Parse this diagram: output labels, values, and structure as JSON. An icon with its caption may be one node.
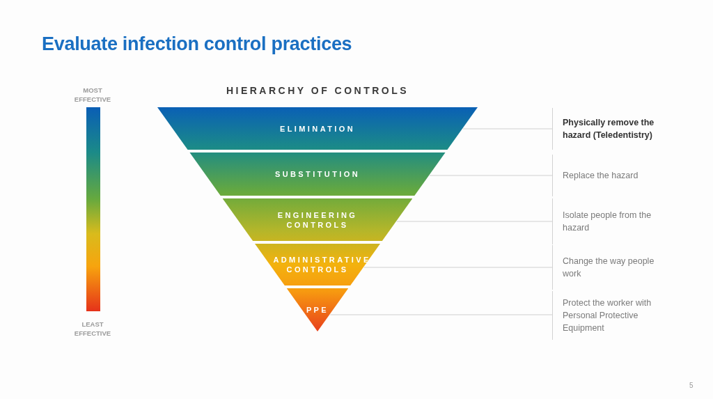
{
  "diagram": {
    "title": "Evaluate infection control practices",
    "nodes": [
      {
        "text": [
          "ELIMINATION"
        ]
      },
      {
        "text": [
          "SUBSTITUTION"
        ]
      },
      {
        "text": [
          "ENGINEERING CONTROLS"
        ]
      },
      {
        "text": [
          "ADMINISTRATIVE CONTROLS"
        ]
      },
      {
        "text": [
          "PPE"
        ]
      },
      {
        "text": [
          "Physically remove the hazard (Teledentistry)"
        ]
      },
      {
        "text": [
          "Replace the hazard"
        ]
      },
      {
        "text": [
          "Isolate people from the hazard"
        ]
      },
      {
        "text": [
          "Change the way people work"
        ]
      },
      {
        "text": [
          "Protect the worker with Personal Protective Equipment"
        ]
      },
      {
        "text": [],
        "shape": "bar",
        "beside": [
          "MOST EFFECTIVE",
          "LEAST EFFECTIVE"
        ]
      }
    ],
    "edges": [
      {
        "from": 0,
        "to": 5,
        "arrow": "none"
      },
      {
        "from": 1,
        "to": 6,
        "arrow": "none"
      },
      {
        "from": 2,
        "to": 7,
        "arrow": "none"
      },
      {
        "from": 3,
        "to": 8,
        "arrow": "none"
      },
      {
        "from": 4,
        "to": 9,
        "arrow": "none"
      }
    ],
    "labels": [
      "HIERARCHY OF CONTROLS",
      "5"
    ]
  }
}
